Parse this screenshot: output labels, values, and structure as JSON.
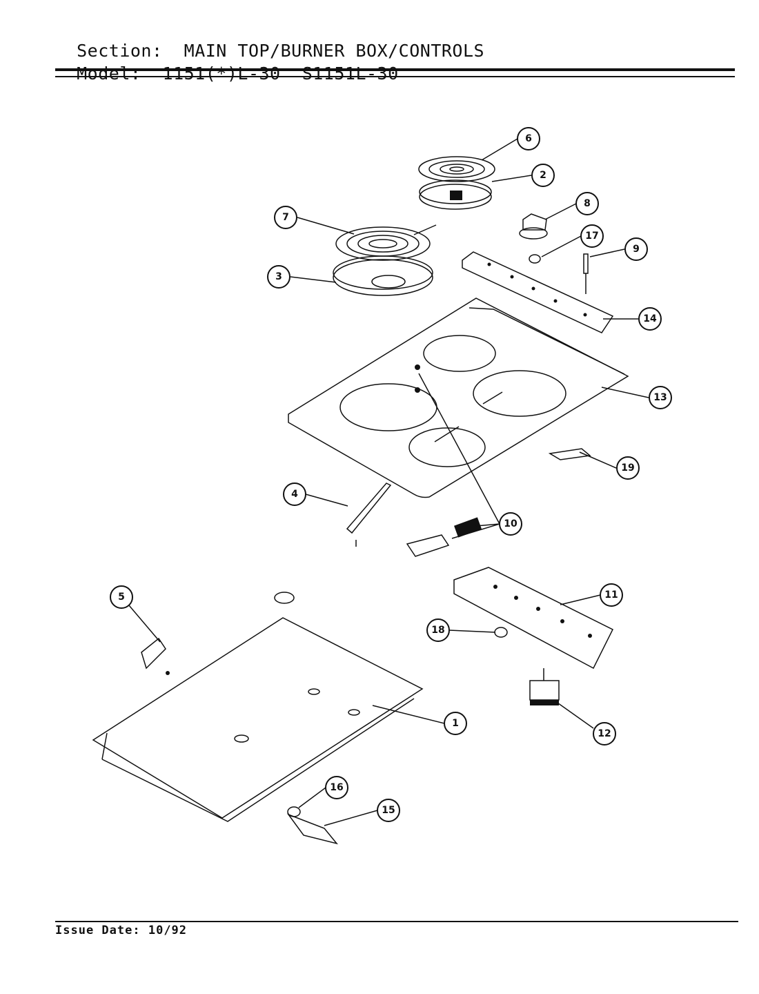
{
  "header": {
    "section_label": "Section:",
    "section_value": "MAIN TOP/BURNER BOX/CONTROLS",
    "model_label": "Model:",
    "model_value": "1151(*)L-30  S1151L-30"
  },
  "footer": {
    "issue_label": "Issue Date:",
    "issue_value": "10/92"
  },
  "callouts": [
    "1",
    "2",
    "3",
    "4",
    "5",
    "6",
    "7",
    "8",
    "9",
    "10",
    "11",
    "12",
    "13",
    "14",
    "15",
    "16",
    "17",
    "18",
    "19"
  ]
}
